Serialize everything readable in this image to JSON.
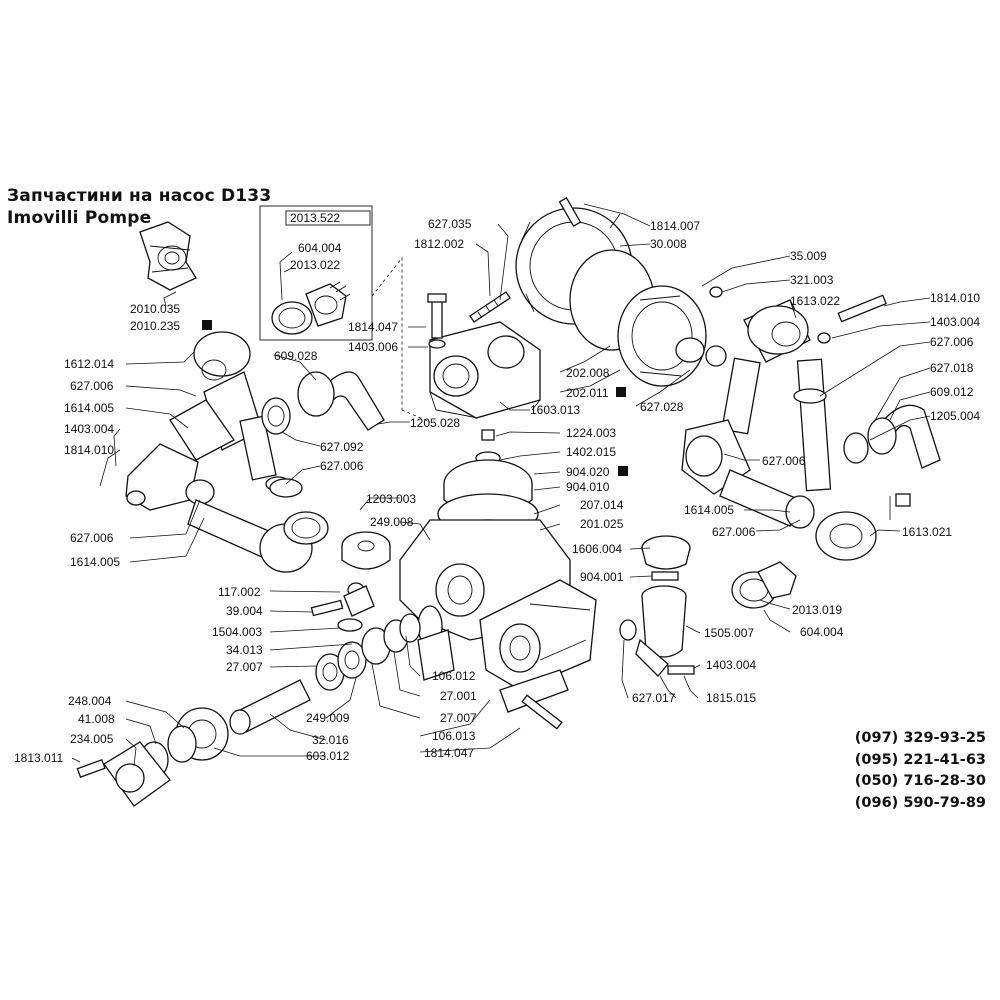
{
  "title": {
    "line1": "Запчастини на насос D133",
    "line2": "Imovilli Pompe"
  },
  "phones": [
    "(097) 329-93-25",
    "(095) 221-41-63",
    "(050) 716-28-30",
    "(096) 590-79-89"
  ],
  "labels": {
    "l2010_035": "2010.035",
    "l2010_235": "2010.235",
    "l2013_522": "2013.522",
    "l604_004a": "604.004",
    "l2013_022": "2013.022",
    "l627_035": "627.035",
    "l1812_002": "1812.002",
    "l1814_047a": "1814.047",
    "l1403_006": "1403.006",
    "l609_028": "609.028",
    "l1612_014": "1612.014",
    "l627_006a": "627.006",
    "l1614_005a": "1614.005",
    "l1403_004a": "1403.004",
    "l1814_010a": "1814.010",
    "l627_006b": "627.006",
    "l1614_005b": "1614.005",
    "l627_092": "627.092",
    "l627_006c": "627.006",
    "l1205_028": "1205.028",
    "l1603_013": "1603.013",
    "l1814_007": "1814.007",
    "l30_008": "30.008",
    "l35_009": "35.009",
    "l321_003": "321.003",
    "l1613_022": "1613.022",
    "l1814_010b": "1814.010",
    "l1403_004b": "1403.004",
    "l627_006d": "627.006",
    "l627_018": "627.018",
    "l609_012": "609.012",
    "l1205_004": "1205.004",
    "l202_008": "202.008",
    "l202_011": "202.011",
    "l627_028": "627.028",
    "l1224_003": "1224.003",
    "l1402_015": "1402.015",
    "l904_020": "904.020",
    "l904_010": "904.010",
    "l207_014": "207.014",
    "l201_025": "201.025",
    "l627_006e": "627.006",
    "l1614_005c": "1614.005",
    "l627_006f": "627.006",
    "l1613_021": "1613.021",
    "l1203_003": "1203.003",
    "l249_008": "249.008",
    "l1606_004": "1606.004",
    "l904_001": "904.001",
    "l2013_019": "2013.019",
    "l604_004b": "604.004",
    "l1505_007": "1505.007",
    "l1403_004c": "1403.004",
    "l627_017": "627.017",
    "l1815_015": "1815.015",
    "l117_002": "117.002",
    "l39_004": "39.004",
    "l1504_003": "1504.003",
    "l34_013": "34.013",
    "l27_007a": "27.007",
    "l106_012": "106.012",
    "l27_001": "27.001",
    "l27_007b": "27.007",
    "l106_013": "106.013",
    "l1814_047b": "1814.047",
    "l249_009": "249.009",
    "l32_016": "32.016",
    "l603_012": "603.012",
    "l248_004": "248.004",
    "l41_008": "41.008",
    "l234_005": "234.005",
    "l1813_011": "1813.011"
  }
}
